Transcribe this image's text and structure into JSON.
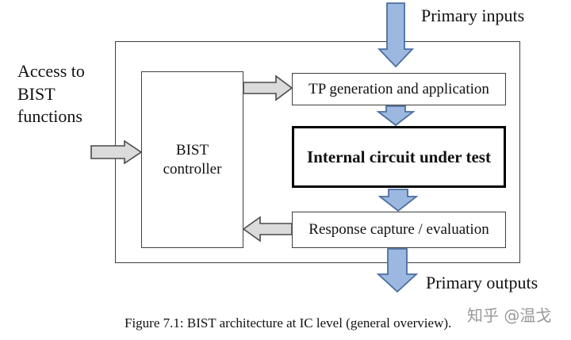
{
  "diagram": {
    "labels": {
      "primary_inputs": "Primary inputs",
      "access_to_bist": "Access to\nBIST\nfunctions",
      "primary_outputs": "Primary outputs"
    },
    "blocks": {
      "bist_controller": "BIST\ncontroller",
      "tp_generation": "TP generation and application",
      "internal_circuit": "Internal circuit under test",
      "response_capture": "Response capture / evaluation"
    },
    "caption": "Figure 7.1: BIST architecture at IC level (general overview).",
    "watermark": "知乎 @温戈",
    "colors": {
      "blue_arrow_fill": "#9cb8e0",
      "blue_arrow_stroke": "#4b6e9f",
      "gray_arrow_fill": "#dbdbdb",
      "gray_arrow_stroke": "#4a4a4a",
      "box_border": "#3f3f3f",
      "emphasis_border": "#000000",
      "watermark_color": "#999999"
    }
  }
}
